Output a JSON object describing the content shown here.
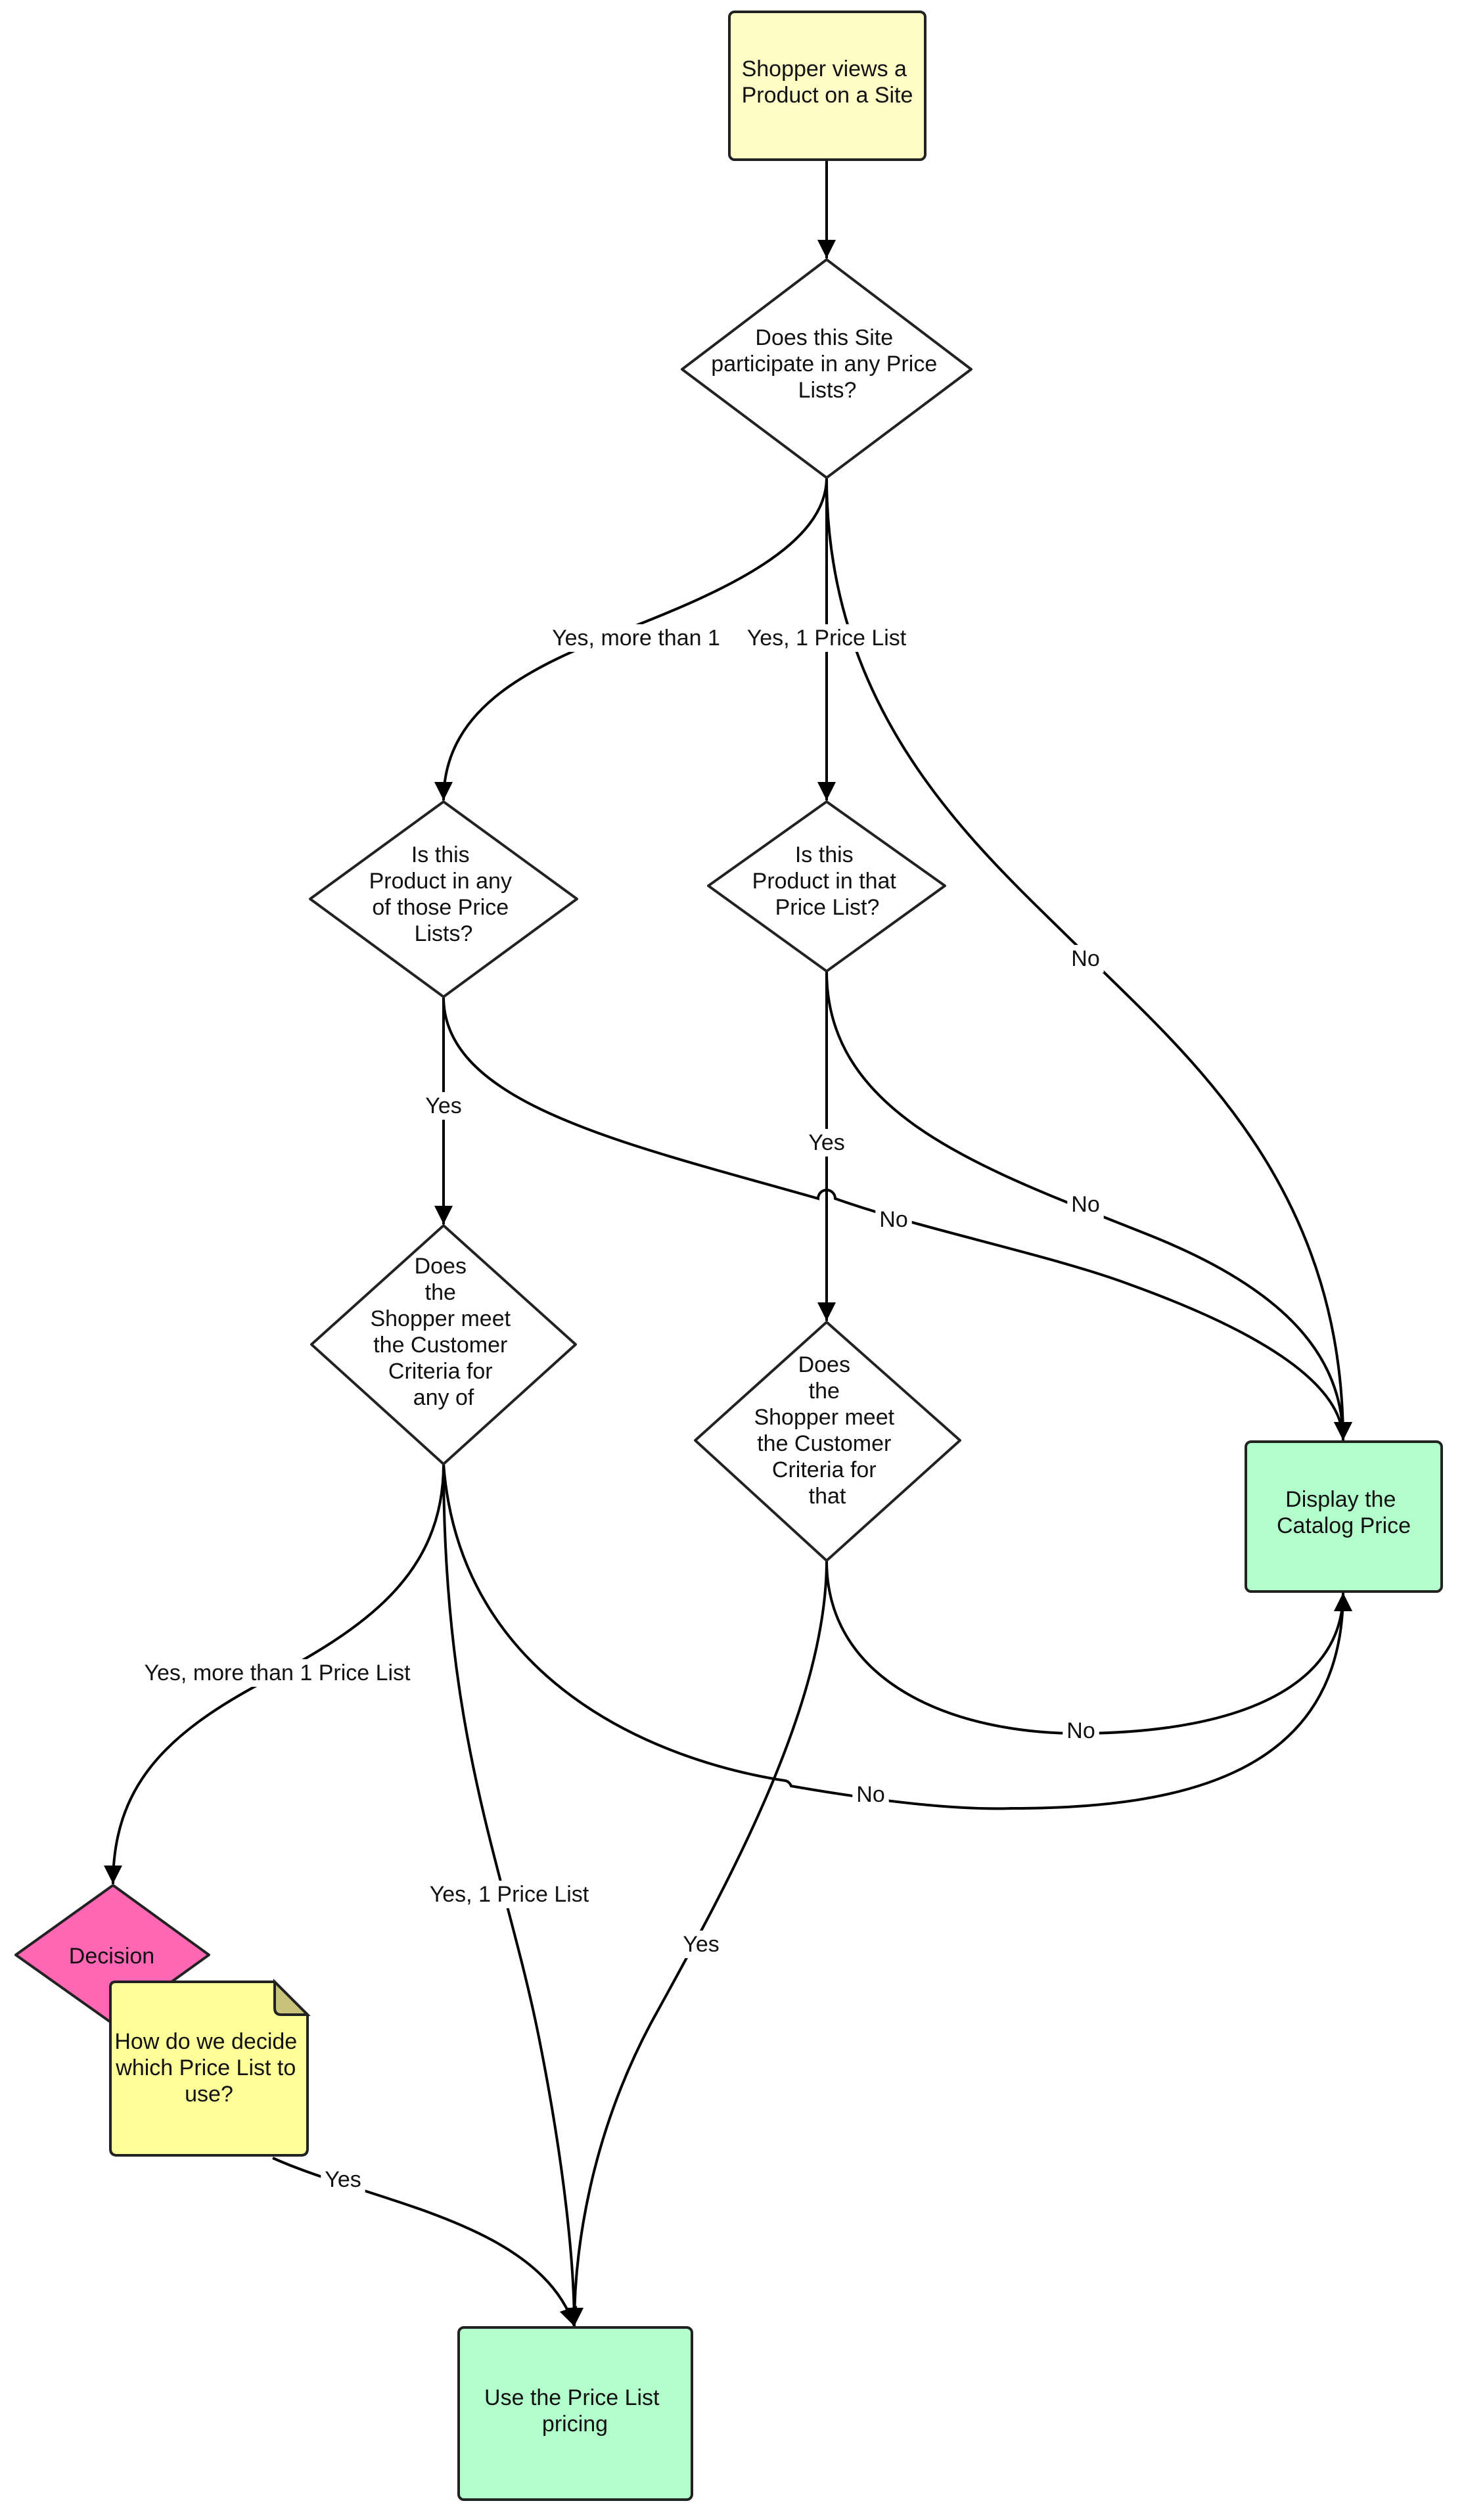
{
  "colors": {
    "start_fill": "#fffcc6",
    "decision_fill": "#ffffff",
    "end_fill": "#b3ffcc",
    "pink_decision_fill": "#ff66b3",
    "note_fill": "#ffff99",
    "note_fold_fill": "#c8c37a",
    "line": "#000000"
  },
  "nodes": {
    "start": {
      "lines": [
        "Shopper views a",
        "Product on a Site"
      ]
    },
    "site_lists": {
      "lines": [
        "Does this Site",
        "participate in any Price",
        "Lists?"
      ]
    },
    "product_in_those": {
      "lines": [
        "Is this",
        "Product in any",
        "of those Price",
        "Lists?"
      ]
    },
    "product_in_that": {
      "lines": [
        "Is this",
        "Product in that",
        "Price List?"
      ]
    },
    "criteria_any": {
      "lines": [
        "Does",
        "the",
        "Shopper meet",
        "the Customer",
        "Criteria for",
        "any of"
      ]
    },
    "criteria_that": {
      "lines": [
        "Does",
        "the",
        "Shopper meet",
        "the Customer",
        "Criteria for",
        "that"
      ]
    },
    "catalog_price": {
      "lines": [
        "Display the",
        "Catalog Price"
      ]
    },
    "decision": {
      "lines": [
        "Decision"
      ]
    },
    "note": {
      "lines": [
        "How do we decide",
        "which Price List to",
        "use?"
      ]
    },
    "price_list_pricing": {
      "lines": [
        "Use the Price List",
        "pricing"
      ]
    }
  },
  "edge_labels": {
    "yes_more_than_1": "Yes, more than 1",
    "yes_1_price_list_top": "Yes, 1 Price List",
    "no_site": "No",
    "yes_those": "Yes",
    "no_those": "No",
    "yes_that": "Yes",
    "no_that": "No",
    "yes_more_than_1_price_list": "Yes, more than 1 Price List",
    "yes_1_price_list_bottom": "Yes, 1 Price List",
    "no_criteria_any": "No",
    "no_criteria_that": "No",
    "yes_criteria_that": "Yes",
    "yes_note": "Yes"
  }
}
